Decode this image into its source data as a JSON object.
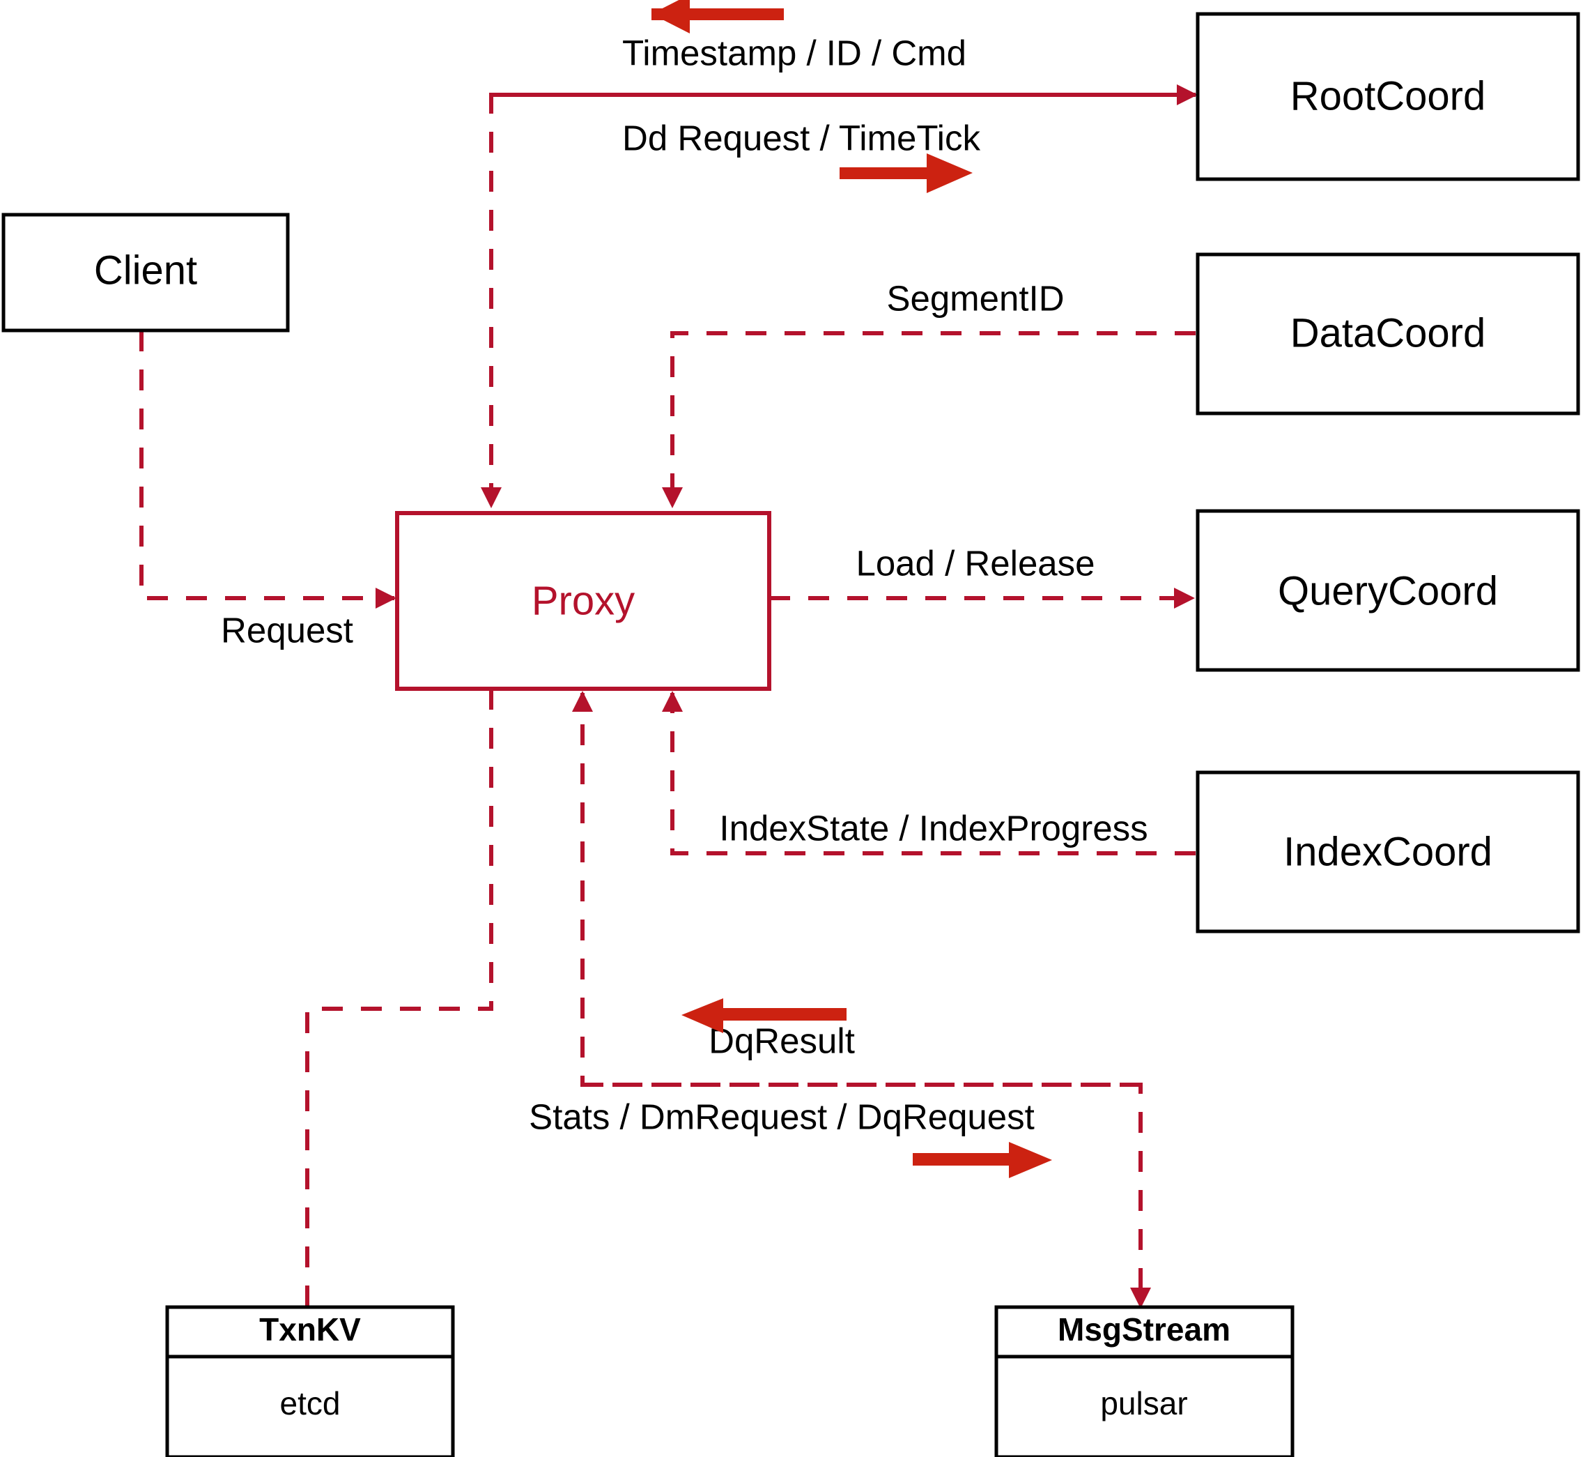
{
  "diagram": {
    "title": "Milvus Proxy interaction diagram",
    "colors": {
      "flow_line": "#b4122c",
      "legend_arrow": "#cc2211",
      "box_stroke": "#000000",
      "proxy_stroke": "#b4122c",
      "background": "#ffffff"
    },
    "nodes": {
      "client": {
        "label": "Client"
      },
      "proxy": {
        "label": "Proxy"
      },
      "root_coord": {
        "label": "RootCoord"
      },
      "data_coord": {
        "label": "DataCoord"
      },
      "query_coord": {
        "label": "QueryCoord"
      },
      "index_coord": {
        "label": "IndexCoord"
      },
      "txnkv": {
        "label": "TxnKV",
        "impl": "etcd"
      },
      "msgstream": {
        "label": "MsgStream",
        "impl": "pulsar"
      }
    },
    "edges": [
      {
        "id": "rootcoord-to-proxy",
        "label": "Timestamp / ID / Cmd",
        "direction": "left"
      },
      {
        "id": "proxy-to-rootcoord",
        "label": "Dd Request / TimeTick",
        "direction": "right"
      },
      {
        "id": "datacoord-to-proxy",
        "label": "SegmentID",
        "direction": "left"
      },
      {
        "id": "proxy-to-querycoord",
        "label": "Load / Release",
        "direction": "right"
      },
      {
        "id": "indexcoord-to-proxy",
        "label": "IndexState / IndexProgress",
        "direction": "left"
      },
      {
        "id": "client-to-proxy",
        "label": "Request",
        "direction": "right"
      },
      {
        "id": "msgstream-to-proxy",
        "label": "DqResult",
        "direction": "left"
      },
      {
        "id": "proxy-to-msgstream",
        "label": "Stats / DmRequest / DqRequest",
        "direction": "right"
      }
    ]
  }
}
